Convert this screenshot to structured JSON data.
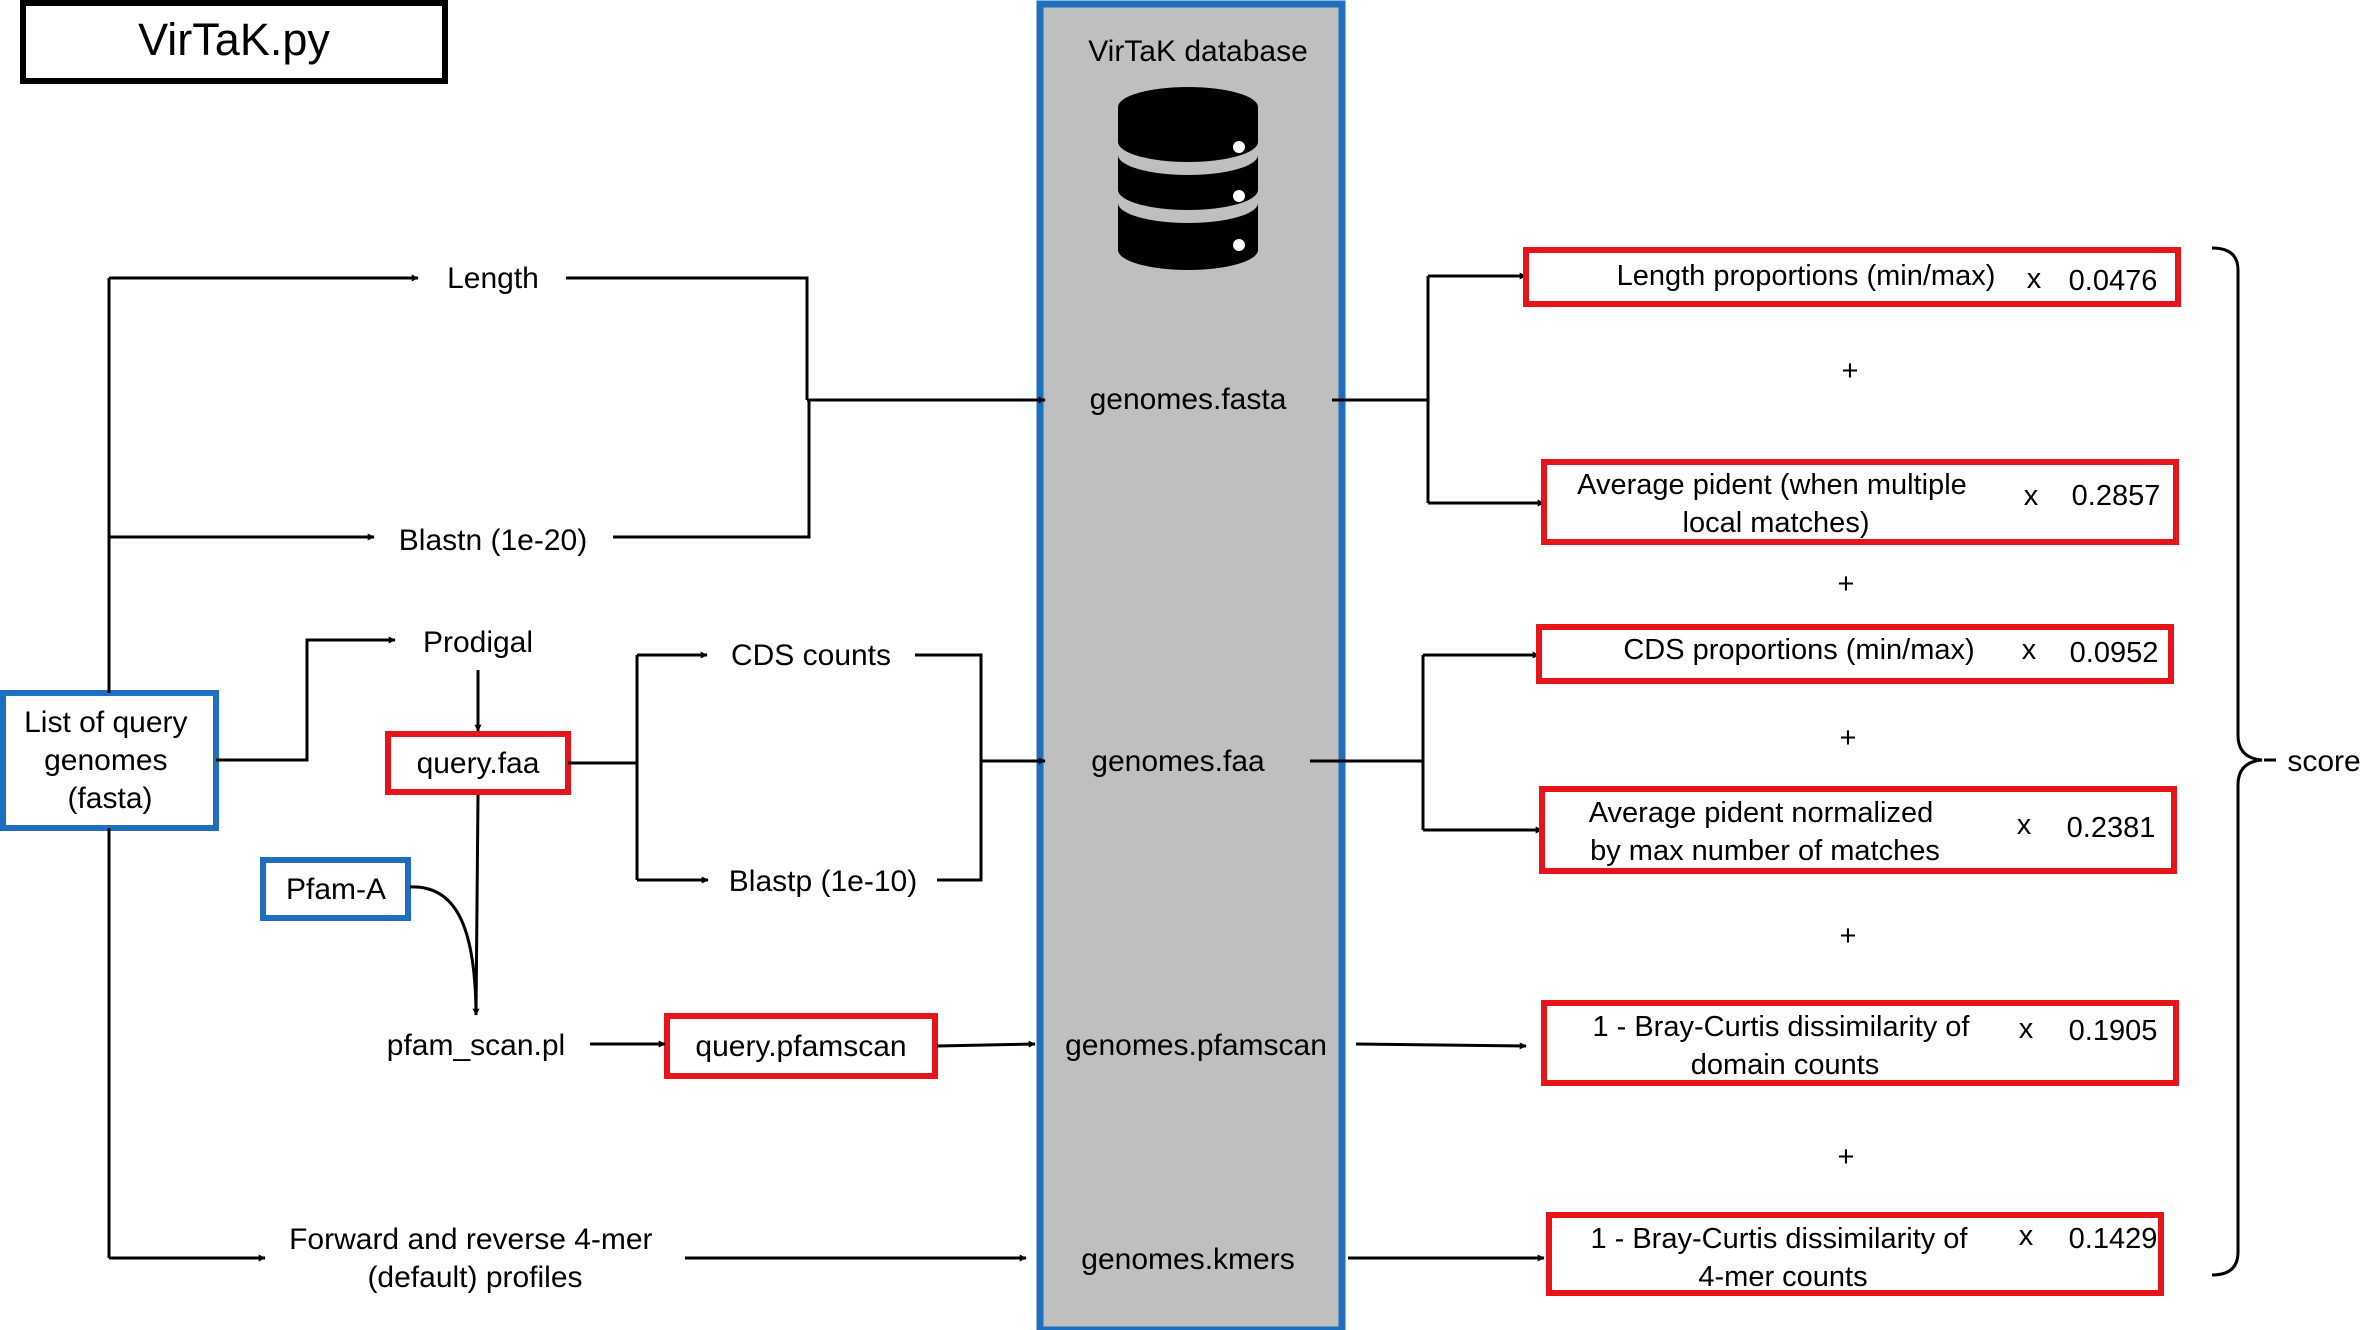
{
  "title": "VirTaK.py",
  "database": {
    "label": "VirTaK database",
    "files": [
      "genomes.fasta",
      "genomes.faa",
      "genomes.pfamscan",
      "genomes.kmers"
    ]
  },
  "input": {
    "query_genomes": [
      "List of query",
      "genomes",
      "(fasta)"
    ],
    "pfam_db": "Pfam-A"
  },
  "steps": {
    "length": "Length",
    "blastn": "Blastn (1e-20)",
    "prodigal": "Prodigal",
    "query_faa": "query.faa",
    "cds_counts": "CDS counts",
    "blastp": "Blastp (1e-10)",
    "pfam_scan": "pfam_scan.pl",
    "query_pfamscan": "query.pfamscan",
    "kmer_profiles": [
      "Forward and reverse 4-mer",
      "(default) profiles"
    ]
  },
  "metrics": [
    {
      "label": [
        "Length proportions (min/max)"
      ],
      "weight": "0.0476"
    },
    {
      "label": [
        "Average pident (when multiple",
        "local matches)"
      ],
      "weight": "0.2857"
    },
    {
      "label": [
        "CDS proportions (min/max)"
      ],
      "weight": "0.0952"
    },
    {
      "label": [
        "Average pident normalized",
        "by max number of matches"
      ],
      "weight": "0.2381"
    },
    {
      "label": [
        "1 - Bray-Curtis dissimilarity of",
        "domain counts"
      ],
      "weight": "0.1905"
    },
    {
      "label": [
        "1 - Bray-Curtis dissimilarity of",
        "4-mer counts"
      ],
      "weight": "0.1429"
    }
  ],
  "operators": {
    "multiply": "x",
    "plus": "+"
  },
  "result": "score",
  "colors": {
    "blue": "#1f6fbf",
    "red": "#e8141b",
    "database_fill": "#bfbfbf",
    "line": "#000000"
  }
}
